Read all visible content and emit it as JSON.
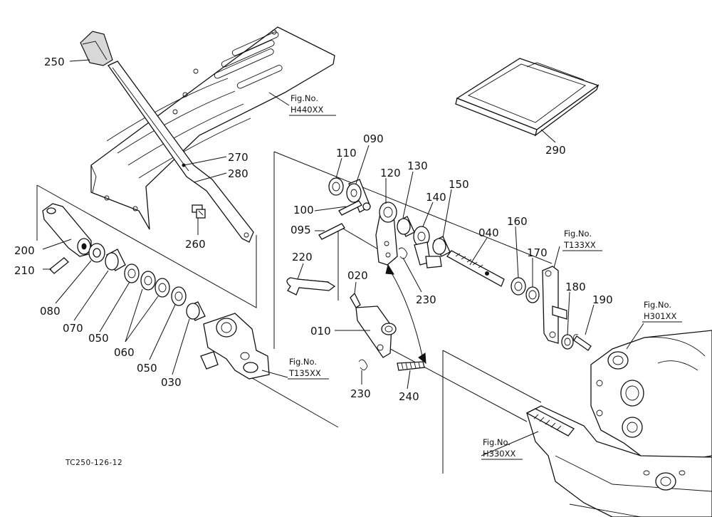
{
  "document_code": "TC250-126-12",
  "part_labels": {
    "p250": "250",
    "p270": "270",
    "p280": "280",
    "p260": "260",
    "p200": "200",
    "p210": "210",
    "p080": "080",
    "p070": "070",
    "p050a": "050",
    "p060": "060",
    "p050b": "050",
    "p030": "030",
    "p110": "110",
    "p090": "090",
    "p120": "120",
    "p130": "130",
    "p140": "140",
    "p150": "150",
    "p100": "100",
    "p095": "095",
    "p040": "040",
    "p160": "160",
    "p170": "170",
    "p180": "180",
    "p190": "190",
    "p220": "220",
    "p020": "020",
    "p010": "010",
    "p230a": "230",
    "p230b": "230",
    "p240": "240",
    "p290": "290"
  },
  "figure_refs": {
    "h440": {
      "label": "Fig.No.",
      "number": "H440XX"
    },
    "t133": {
      "label": "Fig.No.",
      "number": "T133XX"
    },
    "h301": {
      "label": "Fig.No.",
      "number": "H301XX"
    },
    "t135": {
      "label": "Fig.No.",
      "number": "T135XX"
    },
    "h330": {
      "label": "Fig.No.",
      "number": "H330XX"
    }
  }
}
